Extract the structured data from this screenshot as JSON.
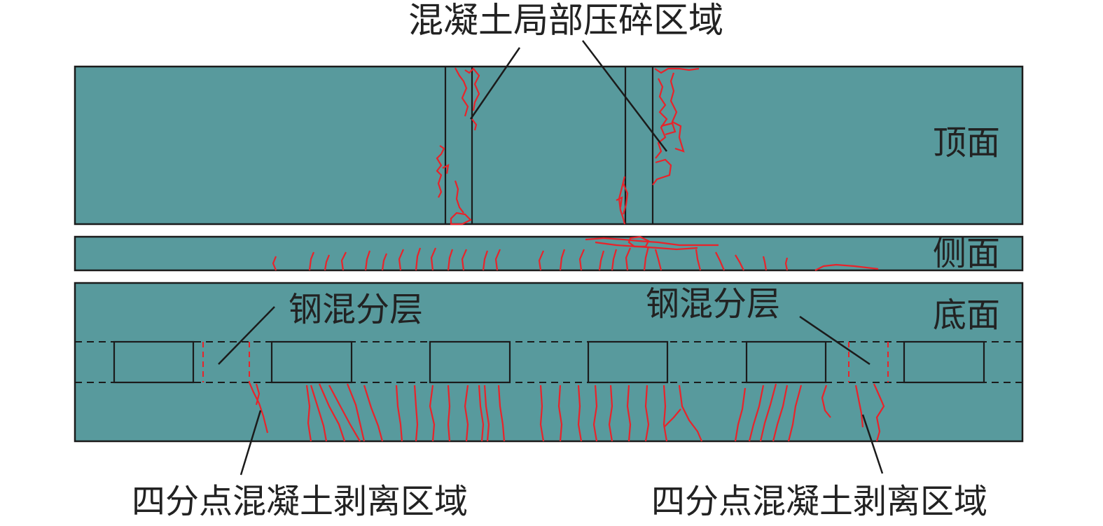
{
  "labels": {
    "top_annotation": "混凝土局部压碎区域",
    "face_top": "顶面",
    "face_side": "侧面",
    "face_bottom": "底面",
    "separation_left": "钢混分层",
    "separation_right": "钢混分层",
    "spall_left": "四分点混凝土剥离区域",
    "spall_right": "四分点混凝土剥离区域"
  },
  "colors": {
    "panel_fill": "#589a9d",
    "outline": "#1b1b1b",
    "crack": "#e8232a",
    "text": "#222222"
  }
}
